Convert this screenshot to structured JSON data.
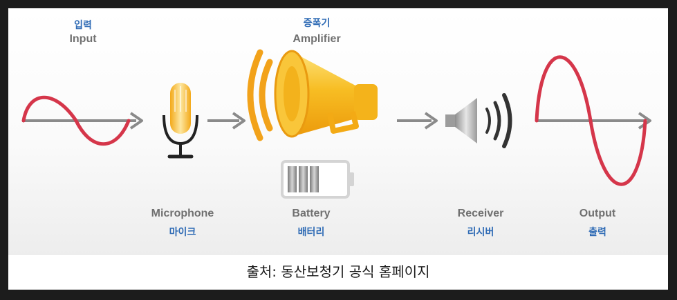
{
  "stages": {
    "input": {
      "ko": "입력",
      "en": "Input"
    },
    "amplifier": {
      "ko": "증폭기",
      "en": "Amplifier"
    },
    "microphone": {
      "en": "Microphone",
      "ko": "마이크"
    },
    "battery": {
      "en": "Battery",
      "ko": "배터리"
    },
    "receiver": {
      "en": "Receiver",
      "ko": "리시버"
    },
    "output": {
      "en": "Output",
      "ko": "출력"
    }
  },
  "caption": "출처: 동산보청기 공식 홈페이지",
  "colors": {
    "wave": "#d5364a",
    "arrow": "#8a8a8a",
    "label_ko": "#2f6bb5",
    "label_en": "#707070",
    "amplifier": "#f3b21c"
  },
  "icons": [
    "microphone-icon",
    "megaphone-icon",
    "battery-icon",
    "speaker-icon"
  ]
}
